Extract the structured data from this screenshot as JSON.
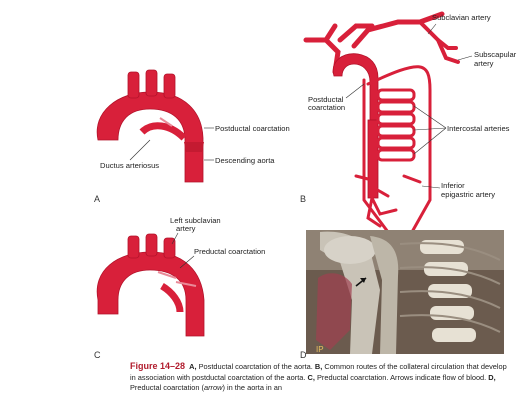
{
  "panels": {
    "a": {
      "letter": "A",
      "postductal_label": "Postductal coarctation",
      "descending_label": "Descending aorta",
      "ductus_label": "Ductus arteriosus"
    },
    "b": {
      "letter": "B",
      "subclavian_label": "Subclavian artery",
      "subscapular_label_1": "Subscapular",
      "subscapular_label_2": "artery",
      "postductal_label_1": "Postductal",
      "postductal_label_2": "coarctation",
      "intercostal_label": "Intercostal arteries",
      "epigastric_label_1": "Inferior",
      "epigastric_label_2": "epigastric artery"
    },
    "c": {
      "letter": "C",
      "left_subclavian_1": "Left subclavian",
      "left_subclavian_2": "artery",
      "preductal_label": "Preductal coarctation"
    },
    "d": {
      "letter": "D"
    }
  },
  "caption": {
    "figure_label": "Figure 14–28",
    "a_letter": "A,",
    "a_text": "Postductal coarctation of the aorta.",
    "b_letter": "B,",
    "b_text": "Common routes of the collateral circulation that develop in association with postductal coarctation of the aorta.",
    "c_letter": "C,",
    "c_text": "Preductal coarctation. Arrows indicate flow of blood.",
    "d_letter": "D,",
    "d_text_1": "Preductal coarctation",
    "d_arrow_word": "arrow",
    "d_text_2": "in the aorta in an"
  },
  "colors": {
    "aorta_red": "#d8203a",
    "caption_red": "#b11b2c"
  }
}
